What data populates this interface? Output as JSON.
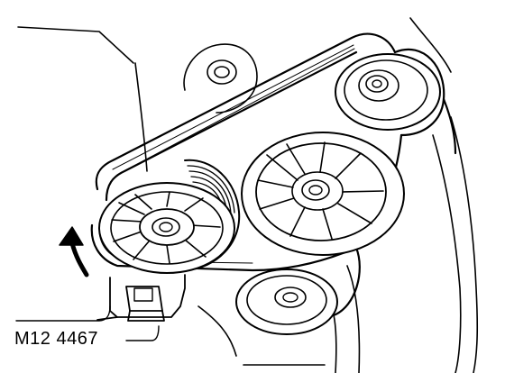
{
  "figure": {
    "reference_code": "M12 4467"
  },
  "components": [
    {
      "name": "tensioner-pulley",
      "icon": "multi-groove-pulley"
    },
    {
      "name": "idler-pulley-upper-right",
      "icon": "pulley"
    },
    {
      "name": "large-pulley-center",
      "icon": "spoked-pulley"
    },
    {
      "name": "lower-pulley",
      "icon": "pulley"
    },
    {
      "name": "drive-belt",
      "icon": "belt"
    },
    {
      "name": "rotation-arrow",
      "icon": "curved-arrow-icon"
    },
    {
      "name": "tensioner-bolt-bracket",
      "icon": "bolt-head"
    }
  ],
  "colors": {
    "ink": "#000000",
    "background": "#ffffff"
  }
}
